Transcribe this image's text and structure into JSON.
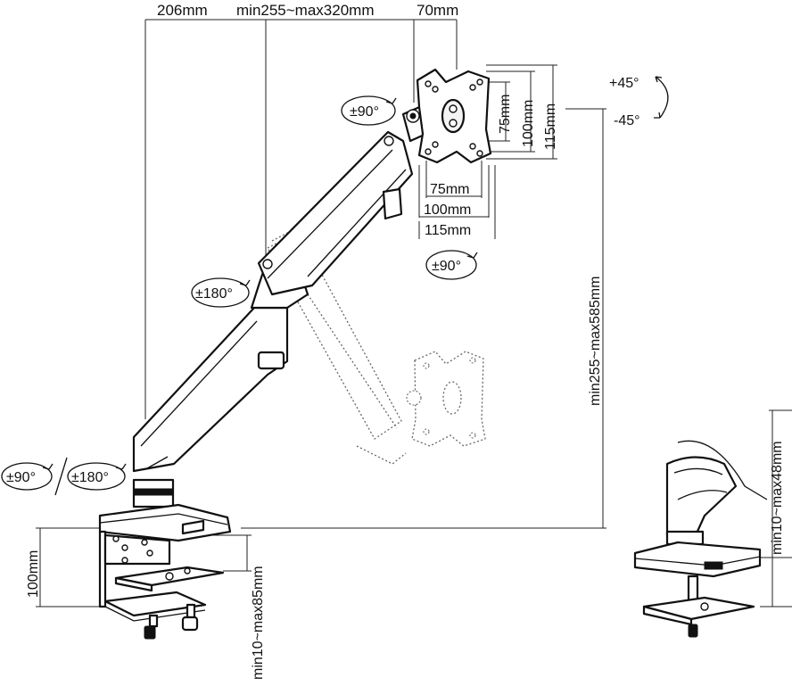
{
  "dimensions": {
    "top_left": "206mm",
    "top_middle": "min255~max320mm",
    "top_right": "70mm",
    "vesa_v_75": "75mm",
    "vesa_v_100": "100mm",
    "vesa_v_115": "115mm",
    "vesa_h_75": "75mm",
    "vesa_h_100": "100mm",
    "vesa_h_115": "115mm",
    "height_range": "min255~max585mm",
    "base_height": "100mm",
    "clamp_range": "min10~max85mm",
    "grommet_range": "min10~max48mm"
  },
  "rotations": {
    "tilt_up": "+45°",
    "tilt_down": "-45°",
    "head_swivel": "±90°",
    "monitor_rotate": "±90°",
    "elbow_swivel": "±180°",
    "base_swivel_a": "±90°",
    "base_swivel_b": "±180°"
  }
}
